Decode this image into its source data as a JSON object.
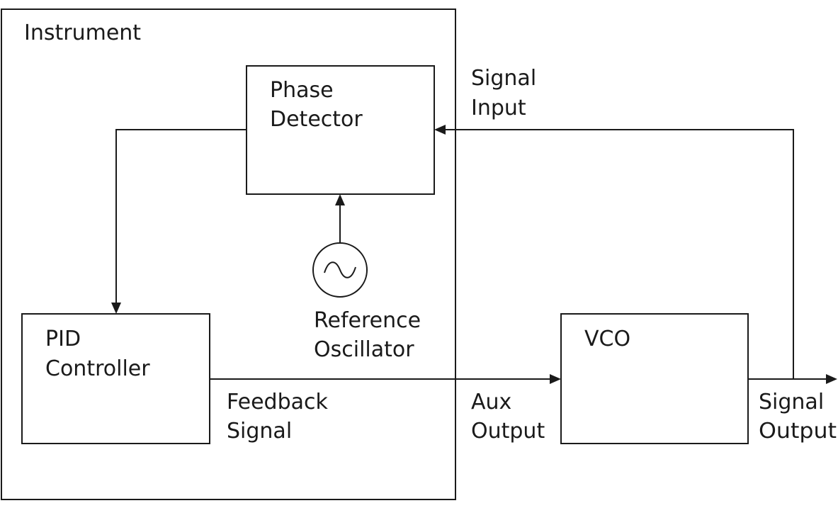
{
  "instrument": {
    "label": "Instrument"
  },
  "blocks": {
    "phase_detector": {
      "line1": "Phase",
      "line2": "Detector"
    },
    "pid_controller": {
      "line1": "PID",
      "line2": "Controller"
    },
    "vco": {
      "label": "VCO"
    }
  },
  "reference_oscillator": {
    "line1": "Reference",
    "line2": "Oscillator",
    "symbol": "∼"
  },
  "signals": {
    "signal_input": {
      "line1": "Signal",
      "line2": "Input"
    },
    "feedback_signal": {
      "line1": "Feedback",
      "line2": "Signal"
    },
    "aux_output": {
      "line1": "Aux",
      "line2": "Output"
    },
    "signal_output": {
      "line1": "Signal",
      "line2": "Output"
    }
  },
  "colors": {
    "stroke": "#1a1a1a",
    "background": "#ffffff"
  }
}
